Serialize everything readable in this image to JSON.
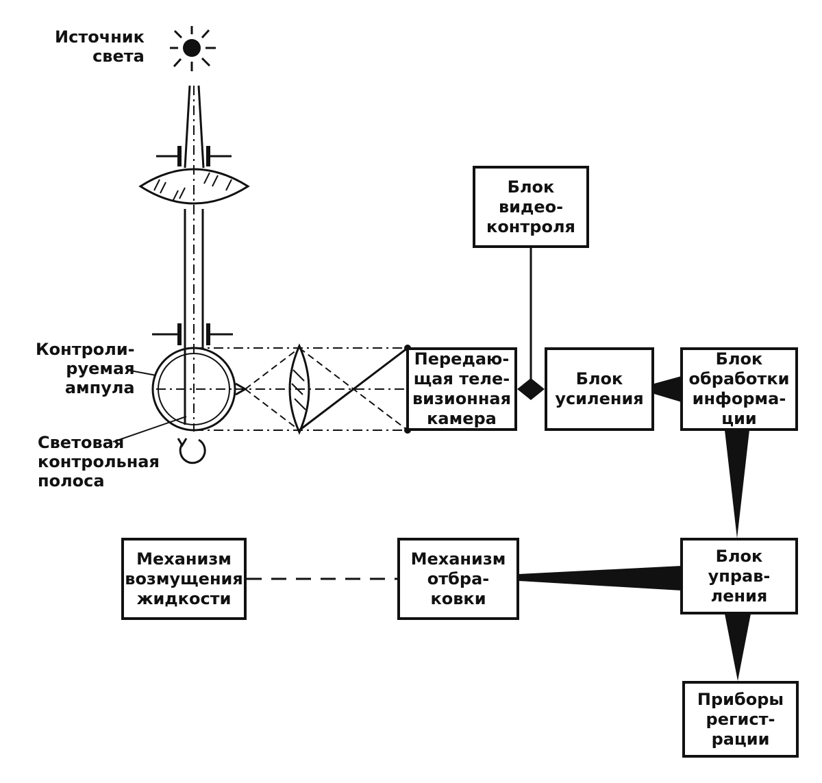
{
  "labels": {
    "light_source": "Источник\nсвета",
    "ampoule": "Контроли-\nруемая\nампула",
    "light_band": "Световая\nконтрольная\nполоса"
  },
  "blocks": {
    "video_control": "Блок\nвидео-\nконтроля",
    "tv_camera": "Передаю-\nщая теле-\nвизионная\nкамера",
    "amplifier": "Блок\nусиления",
    "info_processing": "Блок\nобработки\nинформа-\nции",
    "control_unit": "Блок\nуправ-\nления",
    "recorders": "Приборы\nрегист-\nрации",
    "reject_mechanism": "Механизм\nотбра-\nковки",
    "agitation_mechanism": "Механизм\nвозмущения\nжидкости"
  },
  "colors": {
    "ink": "#111111",
    "background": "#ffffff"
  }
}
